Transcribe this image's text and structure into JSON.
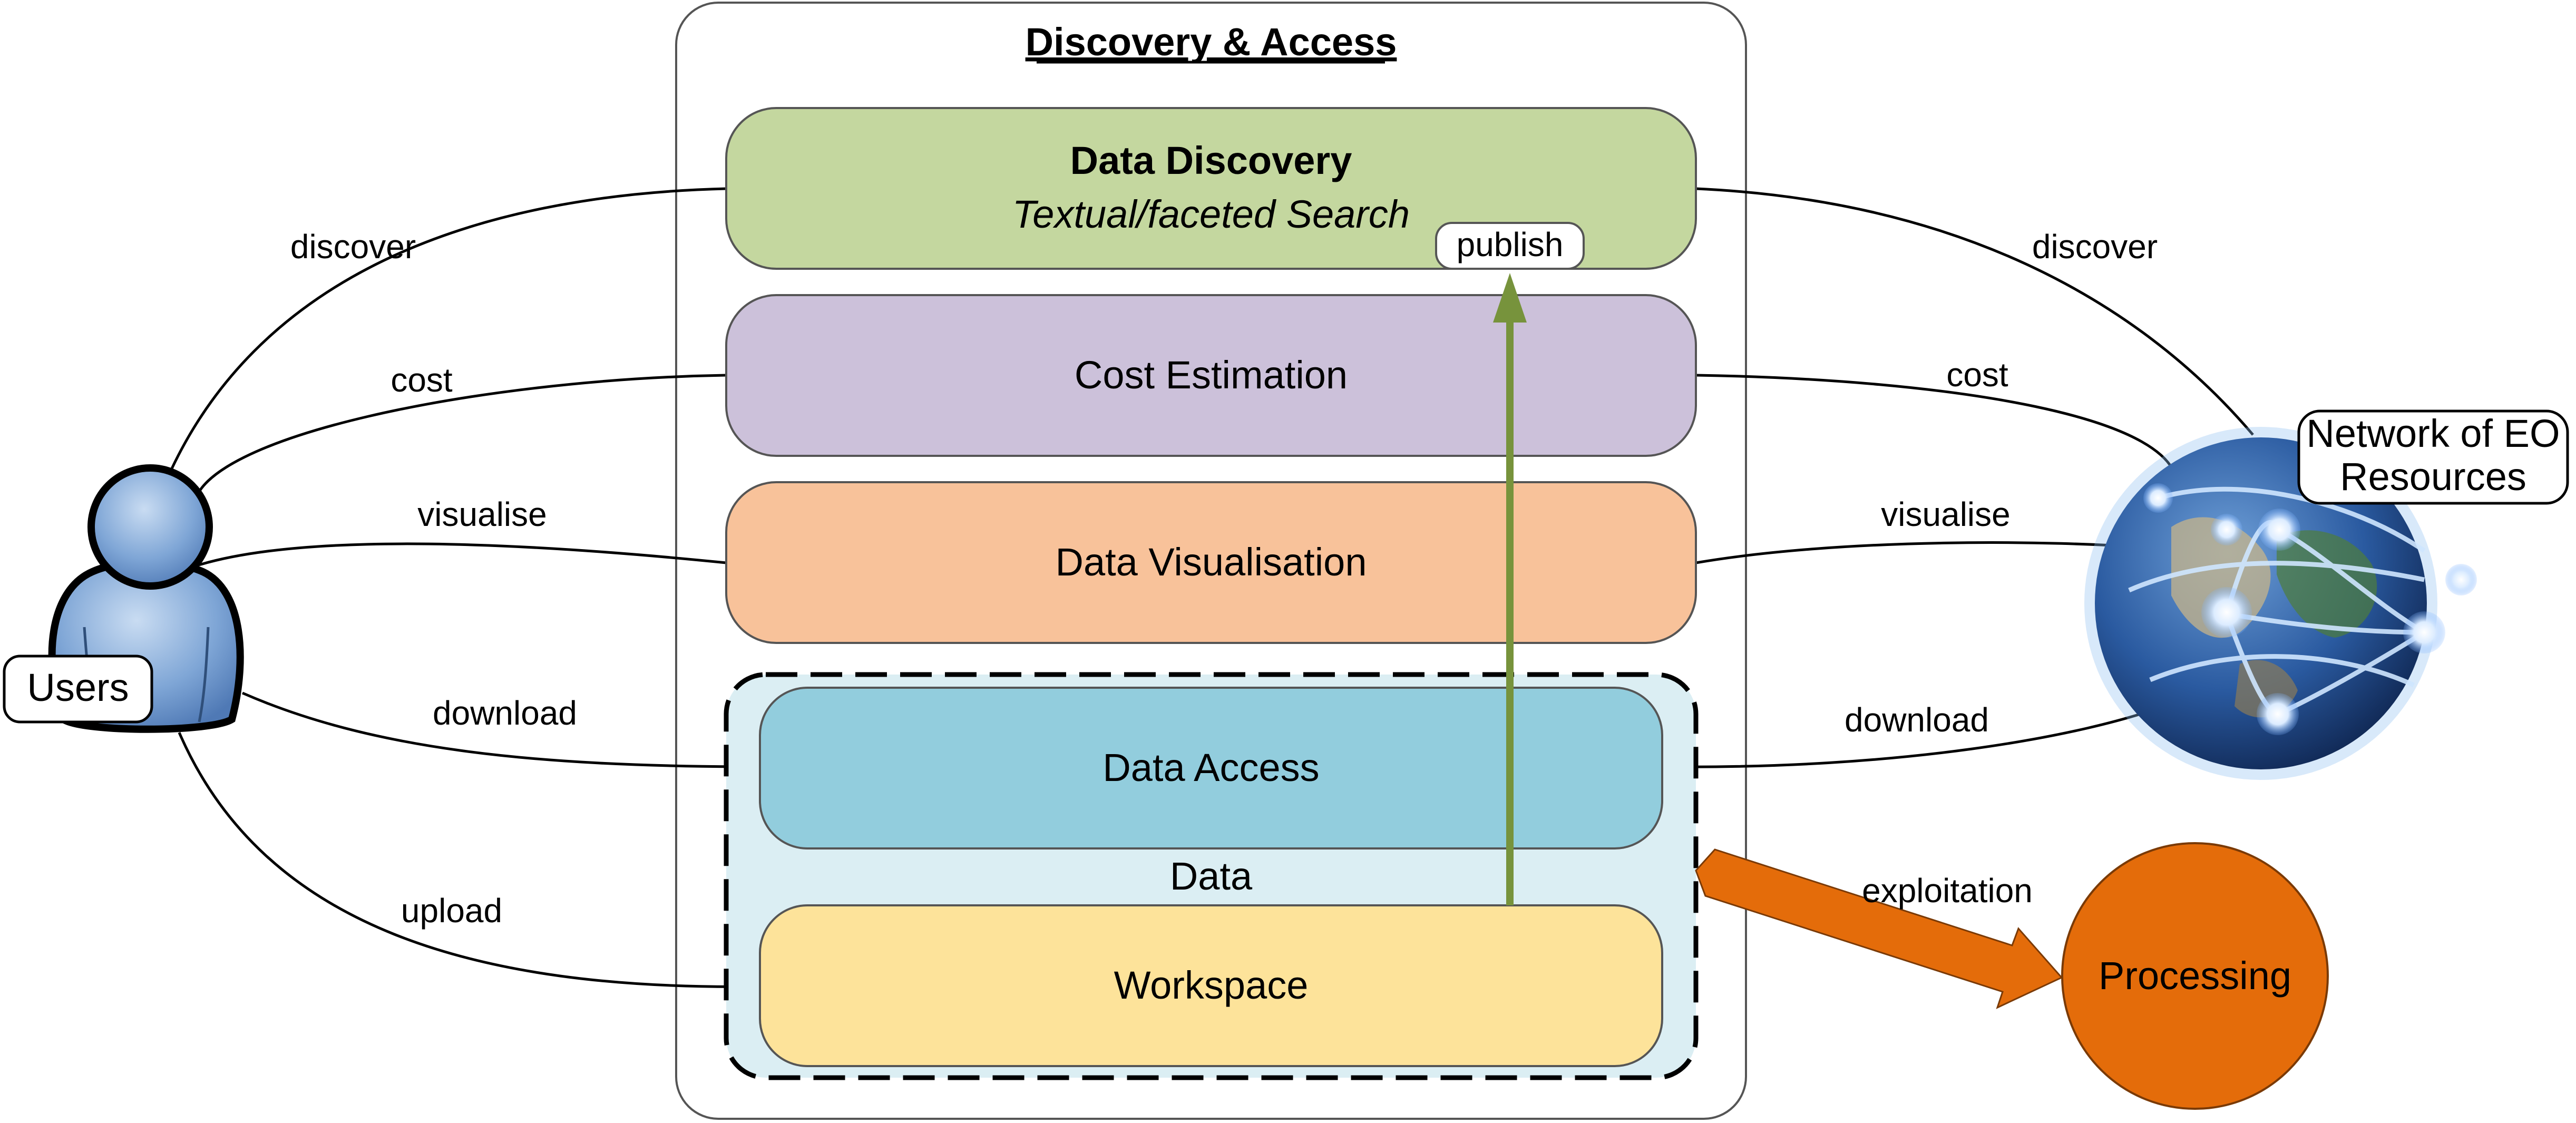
{
  "title": "Discovery & Access",
  "components": {
    "data_discovery": {
      "title": "Data Discovery",
      "subtitle": "Textual/faceted Search",
      "color": "#c4d79f"
    },
    "cost_estimation": {
      "title": "Cost Estimation",
      "color": "#ccc1da"
    },
    "data_visualisation": {
      "title": "Data Visualisation",
      "color": "#f8c29a"
    },
    "data_group": {
      "title": "Data",
      "color": "#dbeef3"
    },
    "data_access": {
      "title": "Data Access",
      "color": "#92cddd"
    },
    "workspace": {
      "title": "Workspace",
      "color": "#fde39a"
    },
    "processing": {
      "title": "Processing",
      "color": "#e46c0a"
    }
  },
  "actors": {
    "users": {
      "label": "Users",
      "icon": "user-icon"
    },
    "network": {
      "label_line1": "Network of EO",
      "label_line2": "Resources",
      "icon": "globe-network-icon"
    }
  },
  "edges": {
    "left": {
      "discover": "discover",
      "cost": "cost",
      "visualise": "visualise",
      "download": "download",
      "upload": "upload"
    },
    "right": {
      "discover": "discover",
      "cost": "cost",
      "visualise": "visualise",
      "download": "download"
    },
    "publish": "publish",
    "exploitation": "exploitation"
  },
  "colors": {
    "publish_arrow": "#77933c",
    "exploitation_arrow": "#e46c0a",
    "user_fill": "#8fb4de"
  }
}
